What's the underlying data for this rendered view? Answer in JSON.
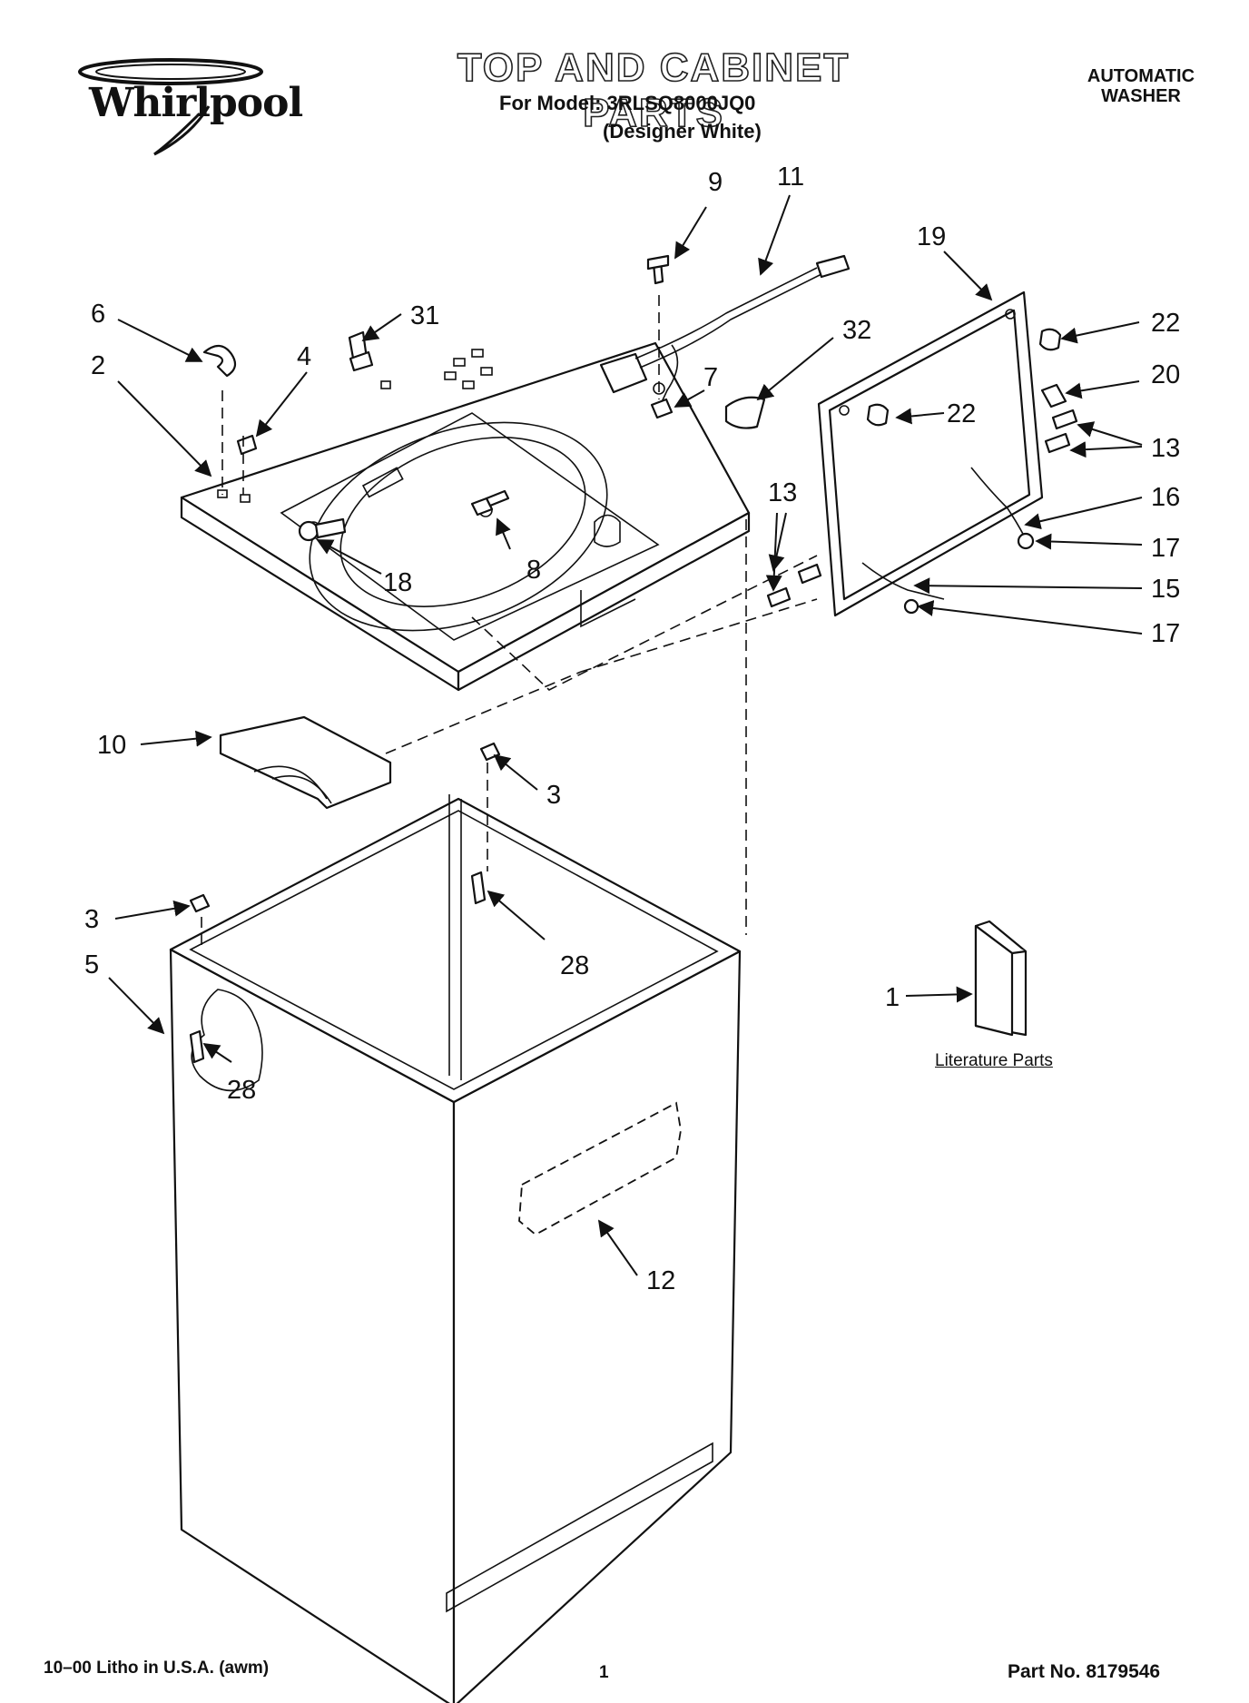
{
  "header": {
    "brand": "Whirlpool",
    "title": "TOP AND CABINET PARTS",
    "model_line": "For Model: 3RLSQ8000JQ0",
    "finish_line": "(Designer White)",
    "appliance_line1": "AUTOMATIC",
    "appliance_line2": "WASHER"
  },
  "callouts": {
    "c1": "1",
    "c2": "2",
    "c3a": "3",
    "c3b": "3",
    "c4": "4",
    "c5": "5",
    "c6": "6",
    "c7": "7",
    "c8": "8",
    "c9": "9",
    "c10": "10",
    "c11": "11",
    "c12": "12",
    "c13a": "13",
    "c13b": "13",
    "c15": "15",
    "c16": "16",
    "c17a": "17",
    "c17b": "17",
    "c18": "18",
    "c19": "19",
    "c20": "20",
    "c22a": "22",
    "c22b": "22",
    "c28a": "28",
    "c28b": "28",
    "c31": "31",
    "c32": "32"
  },
  "literature_label": "Literature Parts",
  "footer": {
    "litho": "10–00 Litho in U.S.A. (awm)",
    "page": "1",
    "part_no": "Part No. 8179546"
  }
}
